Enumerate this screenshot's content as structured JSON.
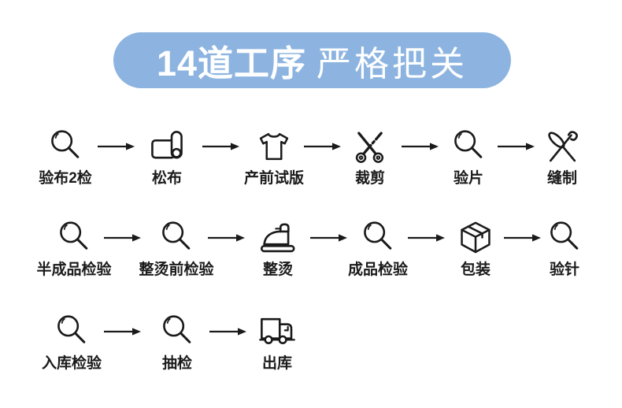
{
  "header": {
    "badge_bold": "14道工序",
    "badge_light": "严格把关",
    "badge_bg": "#8db4e0",
    "badge_text_color": "#ffffff"
  },
  "colors": {
    "background": "#ffffff",
    "icon_stroke": "#1a1a1a",
    "label_color": "#1a1a1a",
    "arrow_color": "#1a1a1a"
  },
  "flow": {
    "rows": [
      {
        "steps": [
          {
            "label": "验布2检",
            "icon": "magnifier-icon"
          },
          {
            "label": "松布",
            "icon": "fabric-roll-icon"
          },
          {
            "label": "产前试版",
            "icon": "tshirt-icon"
          },
          {
            "label": "裁剪",
            "icon": "scissors-icon"
          },
          {
            "label": "验片",
            "icon": "magnifier-icon"
          },
          {
            "label": "缝制",
            "icon": "needle-thread-icon"
          }
        ]
      },
      {
        "steps": [
          {
            "label": "半成品检验",
            "icon": "magnifier-icon"
          },
          {
            "label": "整烫前检验",
            "icon": "magnifier-icon"
          },
          {
            "label": "整烫",
            "icon": "iron-icon"
          },
          {
            "label": "成品检验",
            "icon": "magnifier-icon"
          },
          {
            "label": "包装",
            "icon": "box-icon"
          },
          {
            "label": "验针",
            "icon": "magnifier-icon"
          }
        ]
      },
      {
        "steps": [
          {
            "label": "入库检验",
            "icon": "magnifier-icon"
          },
          {
            "label": "抽检",
            "icon": "magnifier-icon"
          },
          {
            "label": "出库",
            "icon": "truck-icon"
          }
        ]
      }
    ]
  }
}
